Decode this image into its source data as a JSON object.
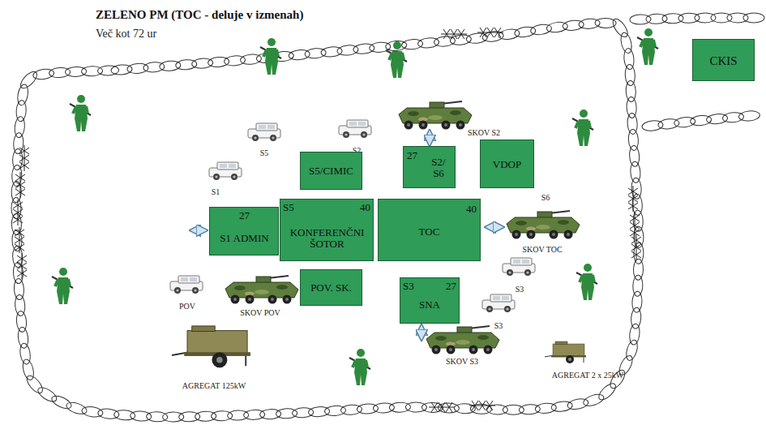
{
  "diagram": {
    "title": "ZELENO PM (TOC - deluje v izmenah)",
    "nodes": [
      {
        "text": [
          "27",
          "S1 ADMIN"
        ]
      },
      {
        "text": [
          "S5/CIMIC"
        ]
      },
      {
        "text": [
          "S5",
          "40",
          "KONFERENČNI ŠOTOR"
        ]
      },
      {
        "text": [
          "POV. SK."
        ]
      },
      {
        "text": [
          "27",
          "S2/ S6"
        ]
      },
      {
        "text": [
          "VDOP"
        ]
      },
      {
        "text": [
          "40",
          "TOC"
        ]
      },
      {
        "text": [
          "S3",
          "27",
          "SNA"
        ]
      },
      {
        "text": [
          "CKIS"
        ]
      }
    ],
    "labels": [
      "Več kot 72 ur",
      "S5",
      "S2",
      "S1",
      "SKOV S2",
      "S6",
      "SKOV TOC",
      "S3",
      "S3",
      "POV",
      "SKOV POV",
      "AGREGAT 125kW",
      "SKOV S3",
      "AGREGAT 2 x 25kW"
    ]
  }
}
